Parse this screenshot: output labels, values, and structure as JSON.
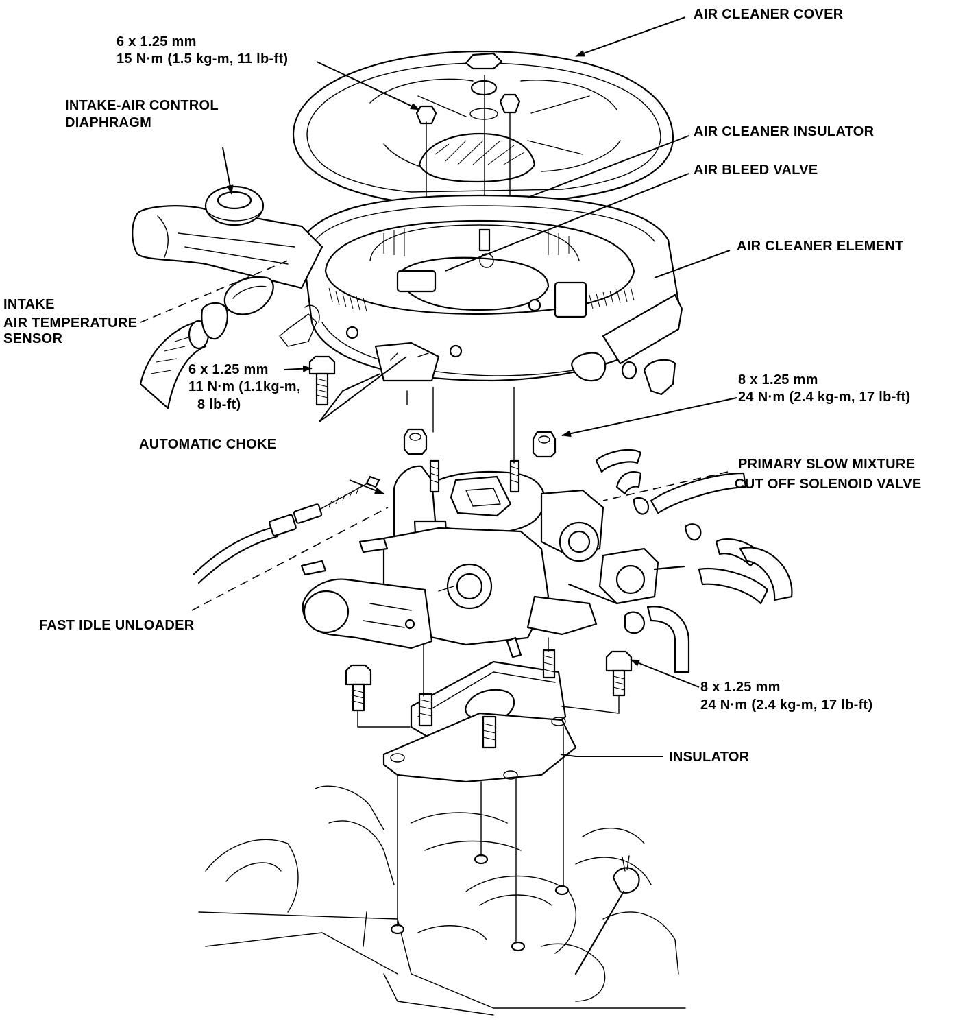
{
  "labels": {
    "air_cleaner_cover": "AIR CLEANER COVER",
    "bolt_top_size": "6 x 1.25 mm",
    "bolt_top_torque": "15 N·m (1.5 kg-m, 11 lb-ft)",
    "intake_air_control_1": "INTAKE-AIR CONTROL",
    "intake_air_control_2": "DIAPHRAGM",
    "air_cleaner_insulator": "AIR CLEANER INSULATOR",
    "air_bleed_valve": "AIR BLEED VALVE",
    "air_cleaner_element": "AIR CLEANER ELEMENT",
    "iat_sensor_1": "INTAKE",
    "iat_sensor_2": "AIR TEMPERATURE",
    "iat_sensor_3": "SENSOR",
    "bolt_left_size": "6 x 1.25 mm",
    "bolt_left_torque_1": "11 N·m (1.1kg-m,",
    "bolt_left_torque_2": "8 lb-ft)",
    "automatic_choke": "AUTOMATIC CHOKE",
    "nut_right_size": "8 x 1.25 mm",
    "nut_right_torque": "24 N·m (2.4 kg-m, 17 lb-ft)",
    "slow_mixture_1": "PRIMARY SLOW MIXTURE",
    "slow_mixture_2": "CUT OFF SOLENOID VALVE",
    "fast_idle_unloader": "FAST IDLE UNLOADER",
    "bolt_lower_size": "8 x 1.25 mm",
    "bolt_lower_torque": "24 N·m (2.4 kg-m, 17 lb-ft)",
    "insulator": "INSULATOR"
  }
}
